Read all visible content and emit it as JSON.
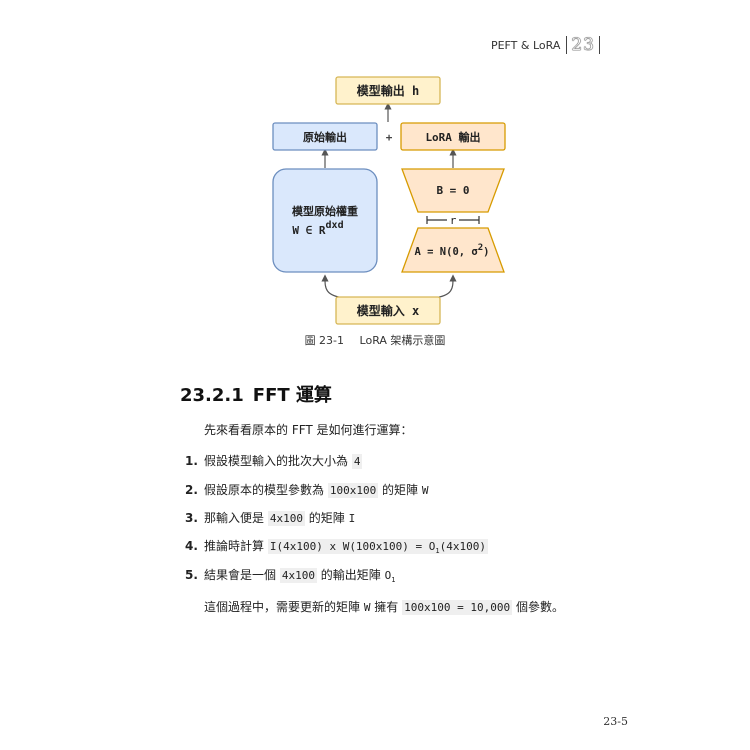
{
  "header": {
    "title": "PEFT & LoRA",
    "chapter": "23"
  },
  "diagram": {
    "output_box": "模型輸出 h",
    "orig_output": "原始輸出",
    "plus": "+",
    "lora_output": "LoRA 輸出",
    "weights_line1": "模型原始權重",
    "weights_line2": "W ∈ R",
    "weights_sup": "dxd",
    "b_box": "B = 0",
    "rank": "r",
    "a_box": "A = N(0, σ",
    "a_sup": "2",
    "a_close": ")",
    "input_box": "模型輸入 x",
    "colors": {
      "yellow_fill": "#fff2cc",
      "yellow_stroke": "#d6b656",
      "blue_fill": "#dae8fc",
      "blue_stroke": "#6c8ebf",
      "orange_fill": "#ffe6cc",
      "orange_stroke": "#d79b00"
    }
  },
  "caption": {
    "label": "圖 23-1",
    "text": "LoRA 架構示意圖"
  },
  "section": {
    "number": "23.2.1",
    "title": "FFT 運算"
  },
  "intro": "先來看看原本的 FFT 是如何進行運算：",
  "list": [
    {
      "n": "1.",
      "text": "假設模型輸入的批次大小為",
      "code": "4"
    },
    {
      "n": "2.",
      "text": "假設原本的模型參數為",
      "code": "100x100",
      "mid": "的矩陣",
      "var": "W"
    },
    {
      "n": "3.",
      "text": "那輸入便是",
      "code": "4x100",
      "mid": "的矩陣",
      "var": "I"
    },
    {
      "n": "4.",
      "text": "推論時計算",
      "code": "I(4x100) x W(100x100) = O",
      "sub": "1",
      "code2": "(4x100)"
    },
    {
      "n": "5.",
      "text": "結果會是一個",
      "code": "4x100",
      "mid": "的輸出矩陣",
      "var": "O",
      "sub": "1"
    }
  ],
  "summary": {
    "pre": "這個過程中，需要更新的矩陣",
    "var": "W",
    "mid": "擁有",
    "code": "100x100 = 10,000",
    "post": "個參數。"
  },
  "page_number": "23-5"
}
